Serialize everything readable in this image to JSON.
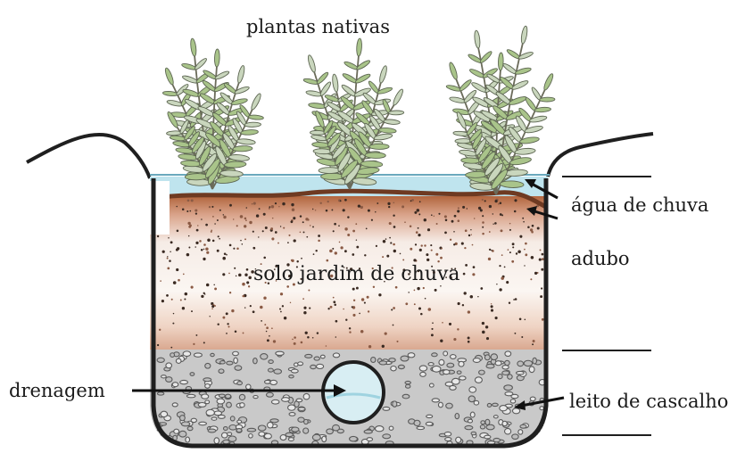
{
  "title": "plantas nativas",
  "labels": {
    "rain_water": "água de chuva",
    "compost": "adubo",
    "soil": "solo jardim de chuva",
    "drainage": "drenagem",
    "gravel_bed": "leito de cascalho"
  },
  "colors": {
    "water": "#bfe4ee",
    "compost": "#8a4a2c",
    "soil_light": "#f6ece6",
    "soil_pink": "#e7c2ae",
    "gravel_bg": "#c9c9c9",
    "stone": "#5a5a5a",
    "plant_stem": "#6b6b5a",
    "plant_leaf": "#a9c48a",
    "outline": "#1f1f1f"
  }
}
